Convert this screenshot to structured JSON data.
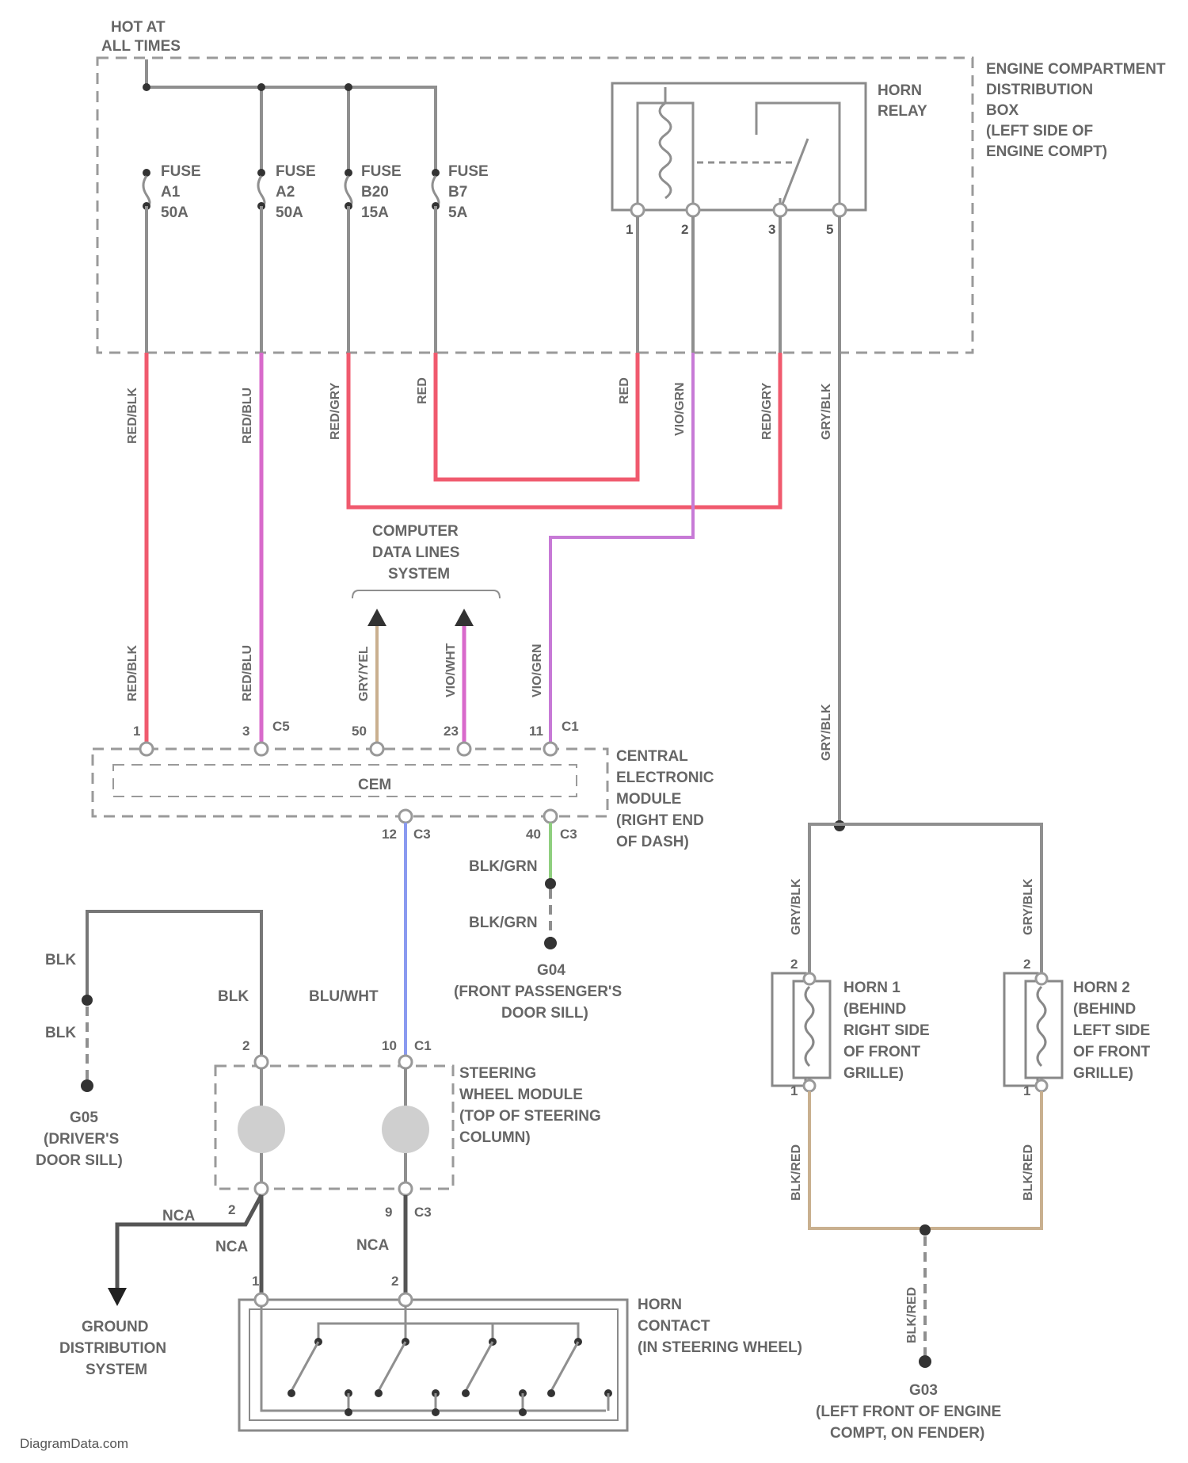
{
  "labels": {
    "hot_at_all_times": [
      "HOT AT",
      "ALL TIMES"
    ],
    "engine_box": [
      "ENGINE COMPARTMENT",
      "DISTRIBUTION",
      "BOX",
      "(LEFT SIDE OF",
      "ENGINE COMPT)"
    ],
    "horn_relay": [
      "HORN",
      "RELAY"
    ],
    "fuse_a1": [
      "FUSE",
      "A1",
      "50A"
    ],
    "fuse_a2": [
      "FUSE",
      "A2",
      "50A"
    ],
    "fuse_b20": [
      "FUSE",
      "B20",
      "15A"
    ],
    "fuse_b7": [
      "FUSE",
      "B7",
      "5A"
    ],
    "computer_data": [
      "COMPUTER",
      "DATA LINES",
      "SYSTEM"
    ],
    "cem_module": [
      "CENTRAL",
      "ELECTRONIC",
      "MODULE",
      "(RIGHT END",
      "OF DASH)"
    ],
    "cem": "CEM",
    "g04": [
      "G04",
      "(FRONT PASSENGER'S",
      "DOOR SILL)"
    ],
    "g05": [
      "G05",
      "(DRIVER'S",
      "DOOR SILL)"
    ],
    "steering_module": [
      "STEERING",
      "WHEEL MODULE",
      "(TOP OF STEERING",
      "COLUMN)"
    ],
    "ground_dist": [
      "GROUND",
      "DISTRIBUTION",
      "SYSTEM"
    ],
    "horn_contact": [
      "HORN",
      "CONTACT",
      "(IN STEERING WHEEL)"
    ],
    "horn1": [
      "HORN 1",
      "(BEHIND",
      "RIGHT SIDE",
      "OF FRONT",
      "GRILLE)"
    ],
    "horn2": [
      "HORN 2",
      "(BEHIND",
      "LEFT SIDE",
      "OF FRONT",
      "GRILLE)"
    ],
    "g03": [
      "G03",
      "(LEFT FRONT OF ENGINE",
      "COMPT, ON FENDER)"
    ],
    "footer": "DiagramData.com"
  },
  "wires": {
    "red_blk": "RED/BLK",
    "red_blu": "RED/BLU",
    "red_gry": "RED/GRY",
    "red": "RED",
    "vio_grn": "VIO/GRN",
    "gry_blk": "GRY/BLK",
    "gry_yel": "GRY/YEL",
    "vio_wht": "VIO/WHT",
    "blk_grn": "BLK/GRN",
    "blk": "BLK",
    "blu_wht": "BLU/WHT",
    "nca": "NCA",
    "blk_red": "BLK/RED"
  },
  "pins": {
    "relay": [
      "1",
      "2",
      "3",
      "5"
    ],
    "cem_top": [
      "1",
      "3",
      "C5",
      "50",
      "23",
      "11",
      "C1"
    ],
    "cem_bottom": [
      "12",
      "C3",
      "40",
      "C3"
    ],
    "swm_top": [
      "2",
      "10",
      "C1"
    ],
    "swm_bottom": [
      "2",
      "9",
      "C3"
    ],
    "contact": [
      "1",
      "2"
    ],
    "horn1": [
      "2",
      "1"
    ],
    "horn2": [
      "2",
      "1"
    ]
  },
  "colors": {
    "red": "#f05a6e",
    "pink": "#d86acb",
    "violet": "#c77ad6",
    "blue": "#8a9af0",
    "tan": "#c9b08f",
    "gray": "#8f8f8f"
  }
}
